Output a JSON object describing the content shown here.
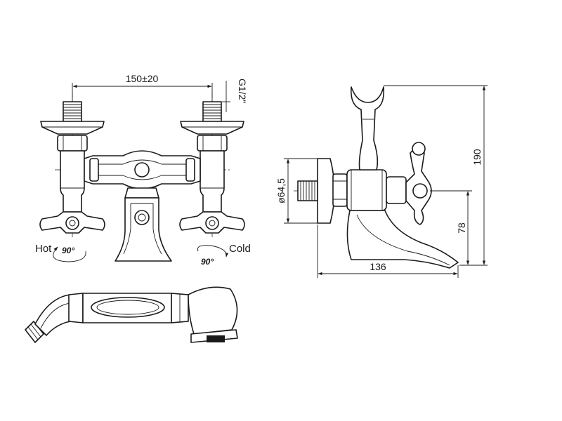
{
  "front_view": {
    "width_dim": "150±20",
    "thread_dim": "G1/2\"",
    "hot_label": "Hot",
    "cold_label": "Cold",
    "hot_angle": "90°",
    "cold_angle": "90°"
  },
  "side_view": {
    "diameter_dim": "ø64,5",
    "height_dim": "190",
    "spout_height_dim": "78",
    "length_dim": "136"
  },
  "colors": {
    "line": "#1a1a1a",
    "background": "#ffffff"
  }
}
